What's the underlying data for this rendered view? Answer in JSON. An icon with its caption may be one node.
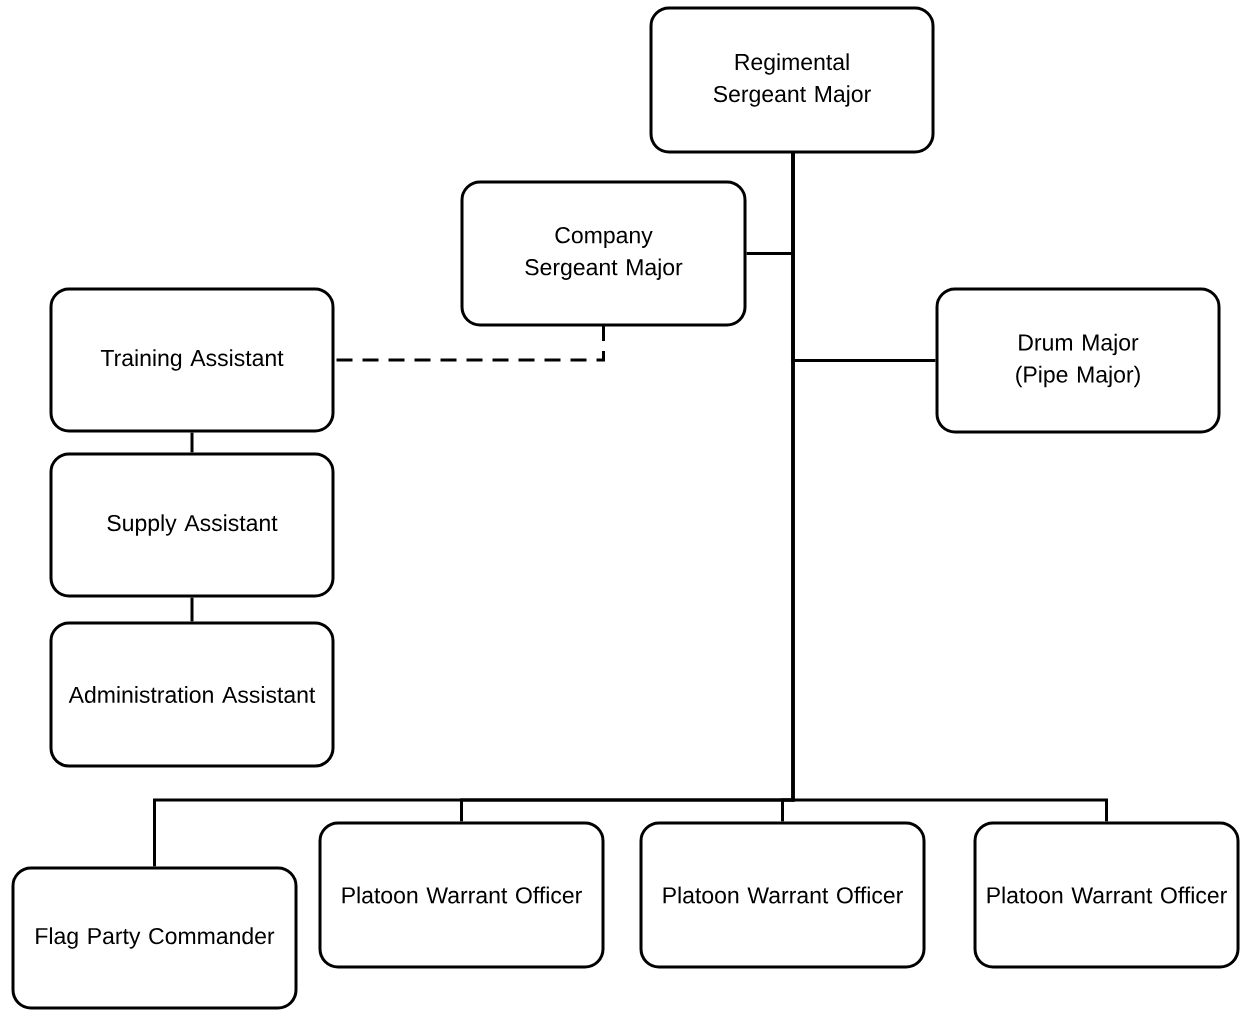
{
  "diagram": {
    "nodes": [
      {
        "text": [
          "Regimental Sergeant Major"
        ]
      },
      {
        "text": [
          "Company Sergeant Major"
        ]
      },
      {
        "text": [
          "Training Assistant"
        ]
      },
      {
        "text": [
          "Drum Major (Pipe Major)"
        ]
      },
      {
        "text": [
          "Supply Assistant"
        ]
      },
      {
        "text": [
          "Administration Assistant"
        ]
      },
      {
        "text": [
          "Flag Party Commander"
        ]
      },
      {
        "text": [
          "Platoon Warrant Officer"
        ]
      },
      {
        "text": [
          "Platoon Warrant Officer"
        ]
      },
      {
        "text": [
          "Platoon Warrant Officer"
        ]
      }
    ],
    "edges": [
      {
        "from": 0,
        "to": 1,
        "arrow": "none"
      },
      {
        "from": 0,
        "to": 3,
        "arrow": "none"
      },
      {
        "from": 1,
        "to": 2,
        "arrow": "none",
        "style": "dashed"
      },
      {
        "from": 2,
        "to": 4,
        "arrow": "none"
      },
      {
        "from": 4,
        "to": 5,
        "arrow": "none"
      },
      {
        "from": 0,
        "to": 6,
        "arrow": "none"
      },
      {
        "from": 0,
        "to": 7,
        "arrow": "none"
      },
      {
        "from": 0,
        "to": 8,
        "arrow": "none"
      },
      {
        "from": 0,
        "to": 9,
        "arrow": "none"
      }
    ]
  }
}
